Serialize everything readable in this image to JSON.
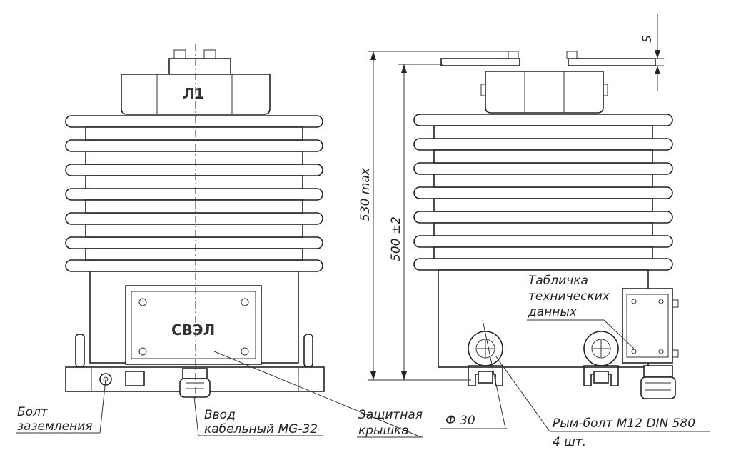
{
  "labels": {
    "terminal_mark": "Л1",
    "brand_logo": "СВЭЛ",
    "dim_total_height": "530 max",
    "dim_body_height": "500 ±2",
    "dim_thickness": "S",
    "dim_diameter": "Ф 30",
    "nameplate_line1": "Табличка",
    "nameplate_line2": "технических",
    "nameplate_line3": "данных",
    "ground_bolt_line1": "Болт",
    "ground_bolt_line2": "заземления",
    "cable_entry_line1": "Ввод",
    "cable_entry_line2": "кабельный MG-32",
    "cover_line1": "Защитная",
    "cover_line2": "крышка",
    "eyebolt_line1": "Рым-болт М12 DIN 580",
    "eyebolt_line2": "4 шт."
  }
}
